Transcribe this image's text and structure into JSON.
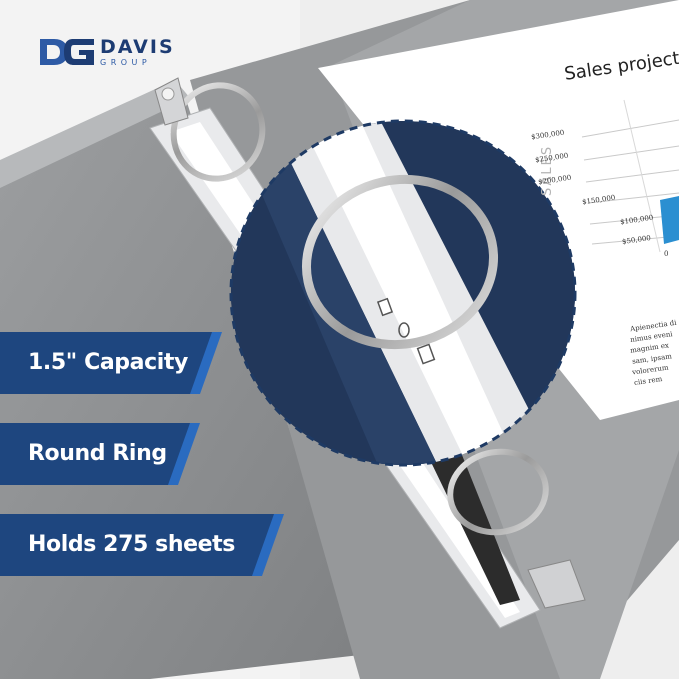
{
  "brand": {
    "name": "DAVIS",
    "tagline": "GROUP",
    "mark_color": "#2d5aa5",
    "text_color": "#1d3c73"
  },
  "features": [
    {
      "label": "1.5\" Capacity"
    },
    {
      "label": "Round Ring"
    },
    {
      "label": "Holds 275 sheets"
    }
  ],
  "colors": {
    "banner_fill": "#1e467f",
    "banner_accent": "#2a6bc0",
    "binder_cover": "#8e9092",
    "zoom_backdrop": "#1f3457",
    "zoom_outline": "#1e3a64"
  },
  "document_sheet": {
    "title": "Sales projecti",
    "axis_label": "SALES",
    "ticks": [
      "$300,000",
      "$250,000",
      "$200,000",
      "$150,000",
      "$100,000",
      "$50,000"
    ],
    "zero_label": "0",
    "body_lines": [
      "Apienectia di",
      "nimus eveni",
      "magnim ex",
      "sam, ipsam",
      "volorerum",
      "ciis rem"
    ]
  },
  "product": {
    "ring_style": "round-ring-icon",
    "cover_color": "gray"
  }
}
